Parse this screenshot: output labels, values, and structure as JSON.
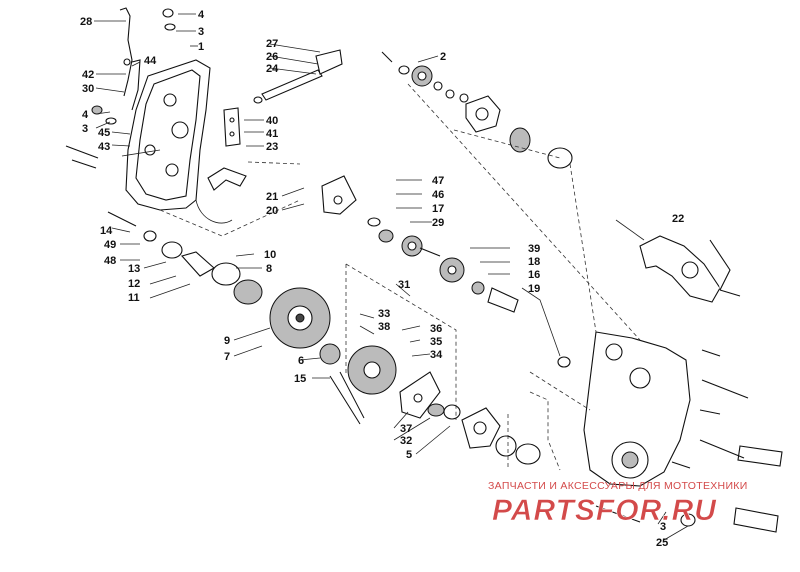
{
  "diagram": {
    "part_labels": [
      "1",
      "2",
      "3",
      "3",
      "3",
      "4",
      "4",
      "5",
      "6",
      "7",
      "8",
      "9",
      "10",
      "11",
      "12",
      "13",
      "14",
      "15",
      "16",
      "17",
      "18",
      "19",
      "20",
      "21",
      "22",
      "23",
      "24",
      "25",
      "26",
      "27",
      "28",
      "29",
      "30",
      "31",
      "32",
      "33",
      "34",
      "35",
      "36",
      "37",
      "38",
      "39",
      "40",
      "41",
      "42",
      "43",
      "44",
      "45",
      "46",
      "47",
      "48",
      "49"
    ]
  },
  "watermark": {
    "subtitle": "ЗАПЧАСТИ И АКСЕССУАРЫ ДЛЯ МОТОТЕХНИКИ",
    "brand": "PARTSFOR.RU",
    "color": "#d34a4a"
  }
}
